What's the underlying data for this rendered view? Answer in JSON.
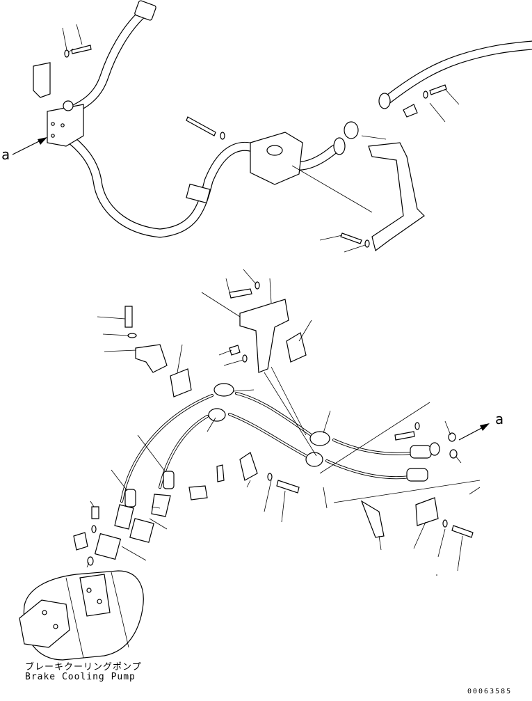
{
  "diagram": {
    "reference_marks": {
      "top": "a",
      "right": "a"
    },
    "component_caption_jp": "ブレーキクーリングポンプ",
    "component_caption_en": "Brake Cooling Pump",
    "drawing_number": "00063585"
  }
}
